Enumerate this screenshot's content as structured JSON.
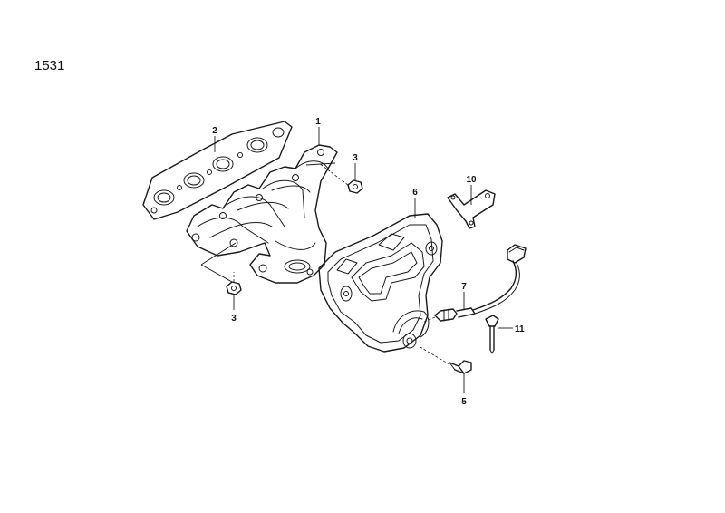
{
  "diagram_number": "1531",
  "callouts": {
    "c1": "1",
    "c2": "2",
    "c3a": "3",
    "c3b": "3",
    "c5": "5",
    "c6": "6",
    "c7": "7",
    "c10": "10",
    "c11": "11"
  }
}
